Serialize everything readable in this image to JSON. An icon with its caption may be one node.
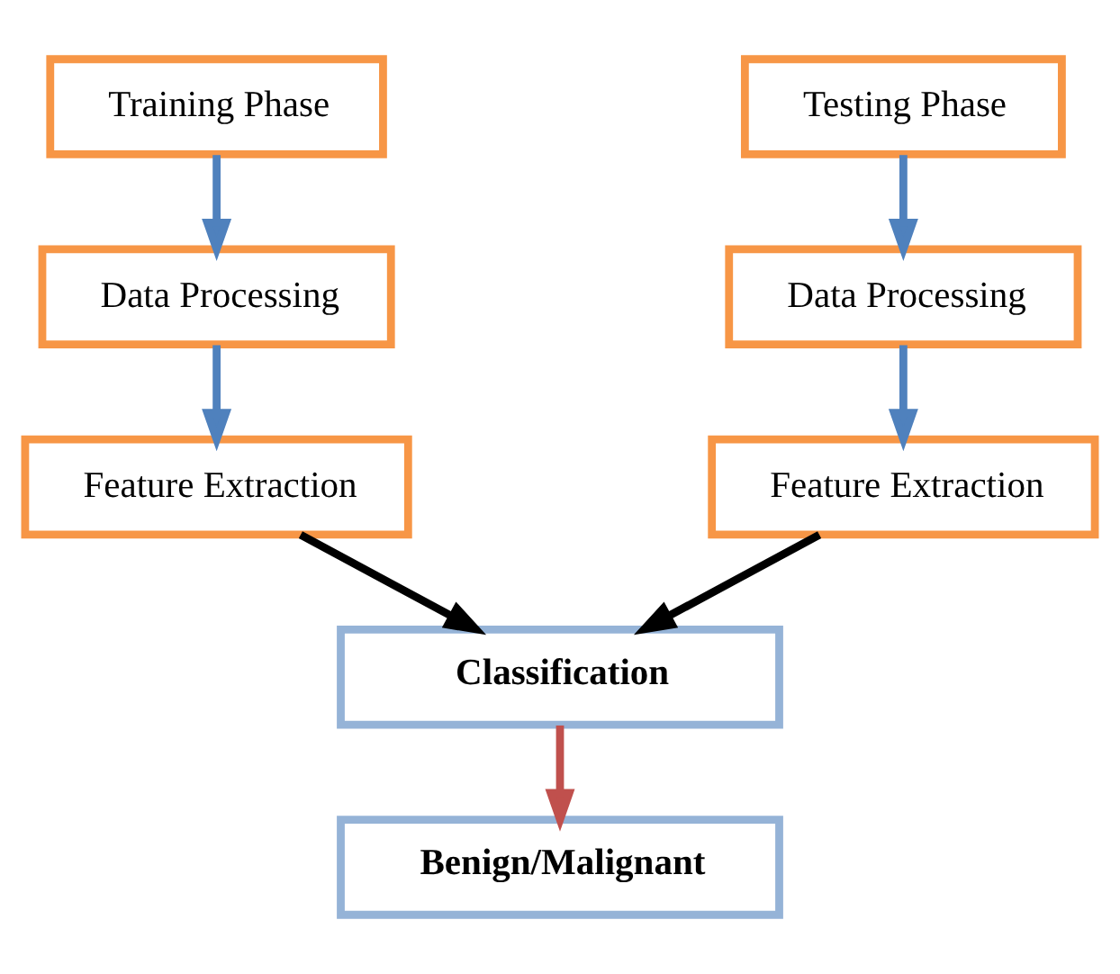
{
  "diagram": {
    "nodes": [
      {
        "text": [
          "Training Phase"
        ]
      },
      {
        "text": [
          "Data Processing"
        ]
      },
      {
        "text": [
          "Feature Extraction"
        ]
      },
      {
        "text": [
          "Testing Phase"
        ]
      },
      {
        "text": [
          "Data Processing"
        ]
      },
      {
        "text": [
          "Feature Extraction"
        ]
      },
      {
        "text": [
          "Classification"
        ]
      },
      {
        "text": [
          "Benign/Malignant"
        ]
      }
    ],
    "edges": [
      {
        "from": 0,
        "to": 1,
        "arrow": "to"
      },
      {
        "from": 1,
        "to": 2,
        "arrow": "to"
      },
      {
        "from": 3,
        "to": 4,
        "arrow": "to"
      },
      {
        "from": 4,
        "to": 5,
        "arrow": "to"
      },
      {
        "from": 2,
        "to": 6,
        "arrow": "to",
        "color": "#000000"
      },
      {
        "from": 5,
        "to": 6,
        "arrow": "to",
        "color": "#000000"
      },
      {
        "from": 6,
        "to": 7,
        "arrow": "to",
        "color": "#c0504d"
      }
    ]
  }
}
